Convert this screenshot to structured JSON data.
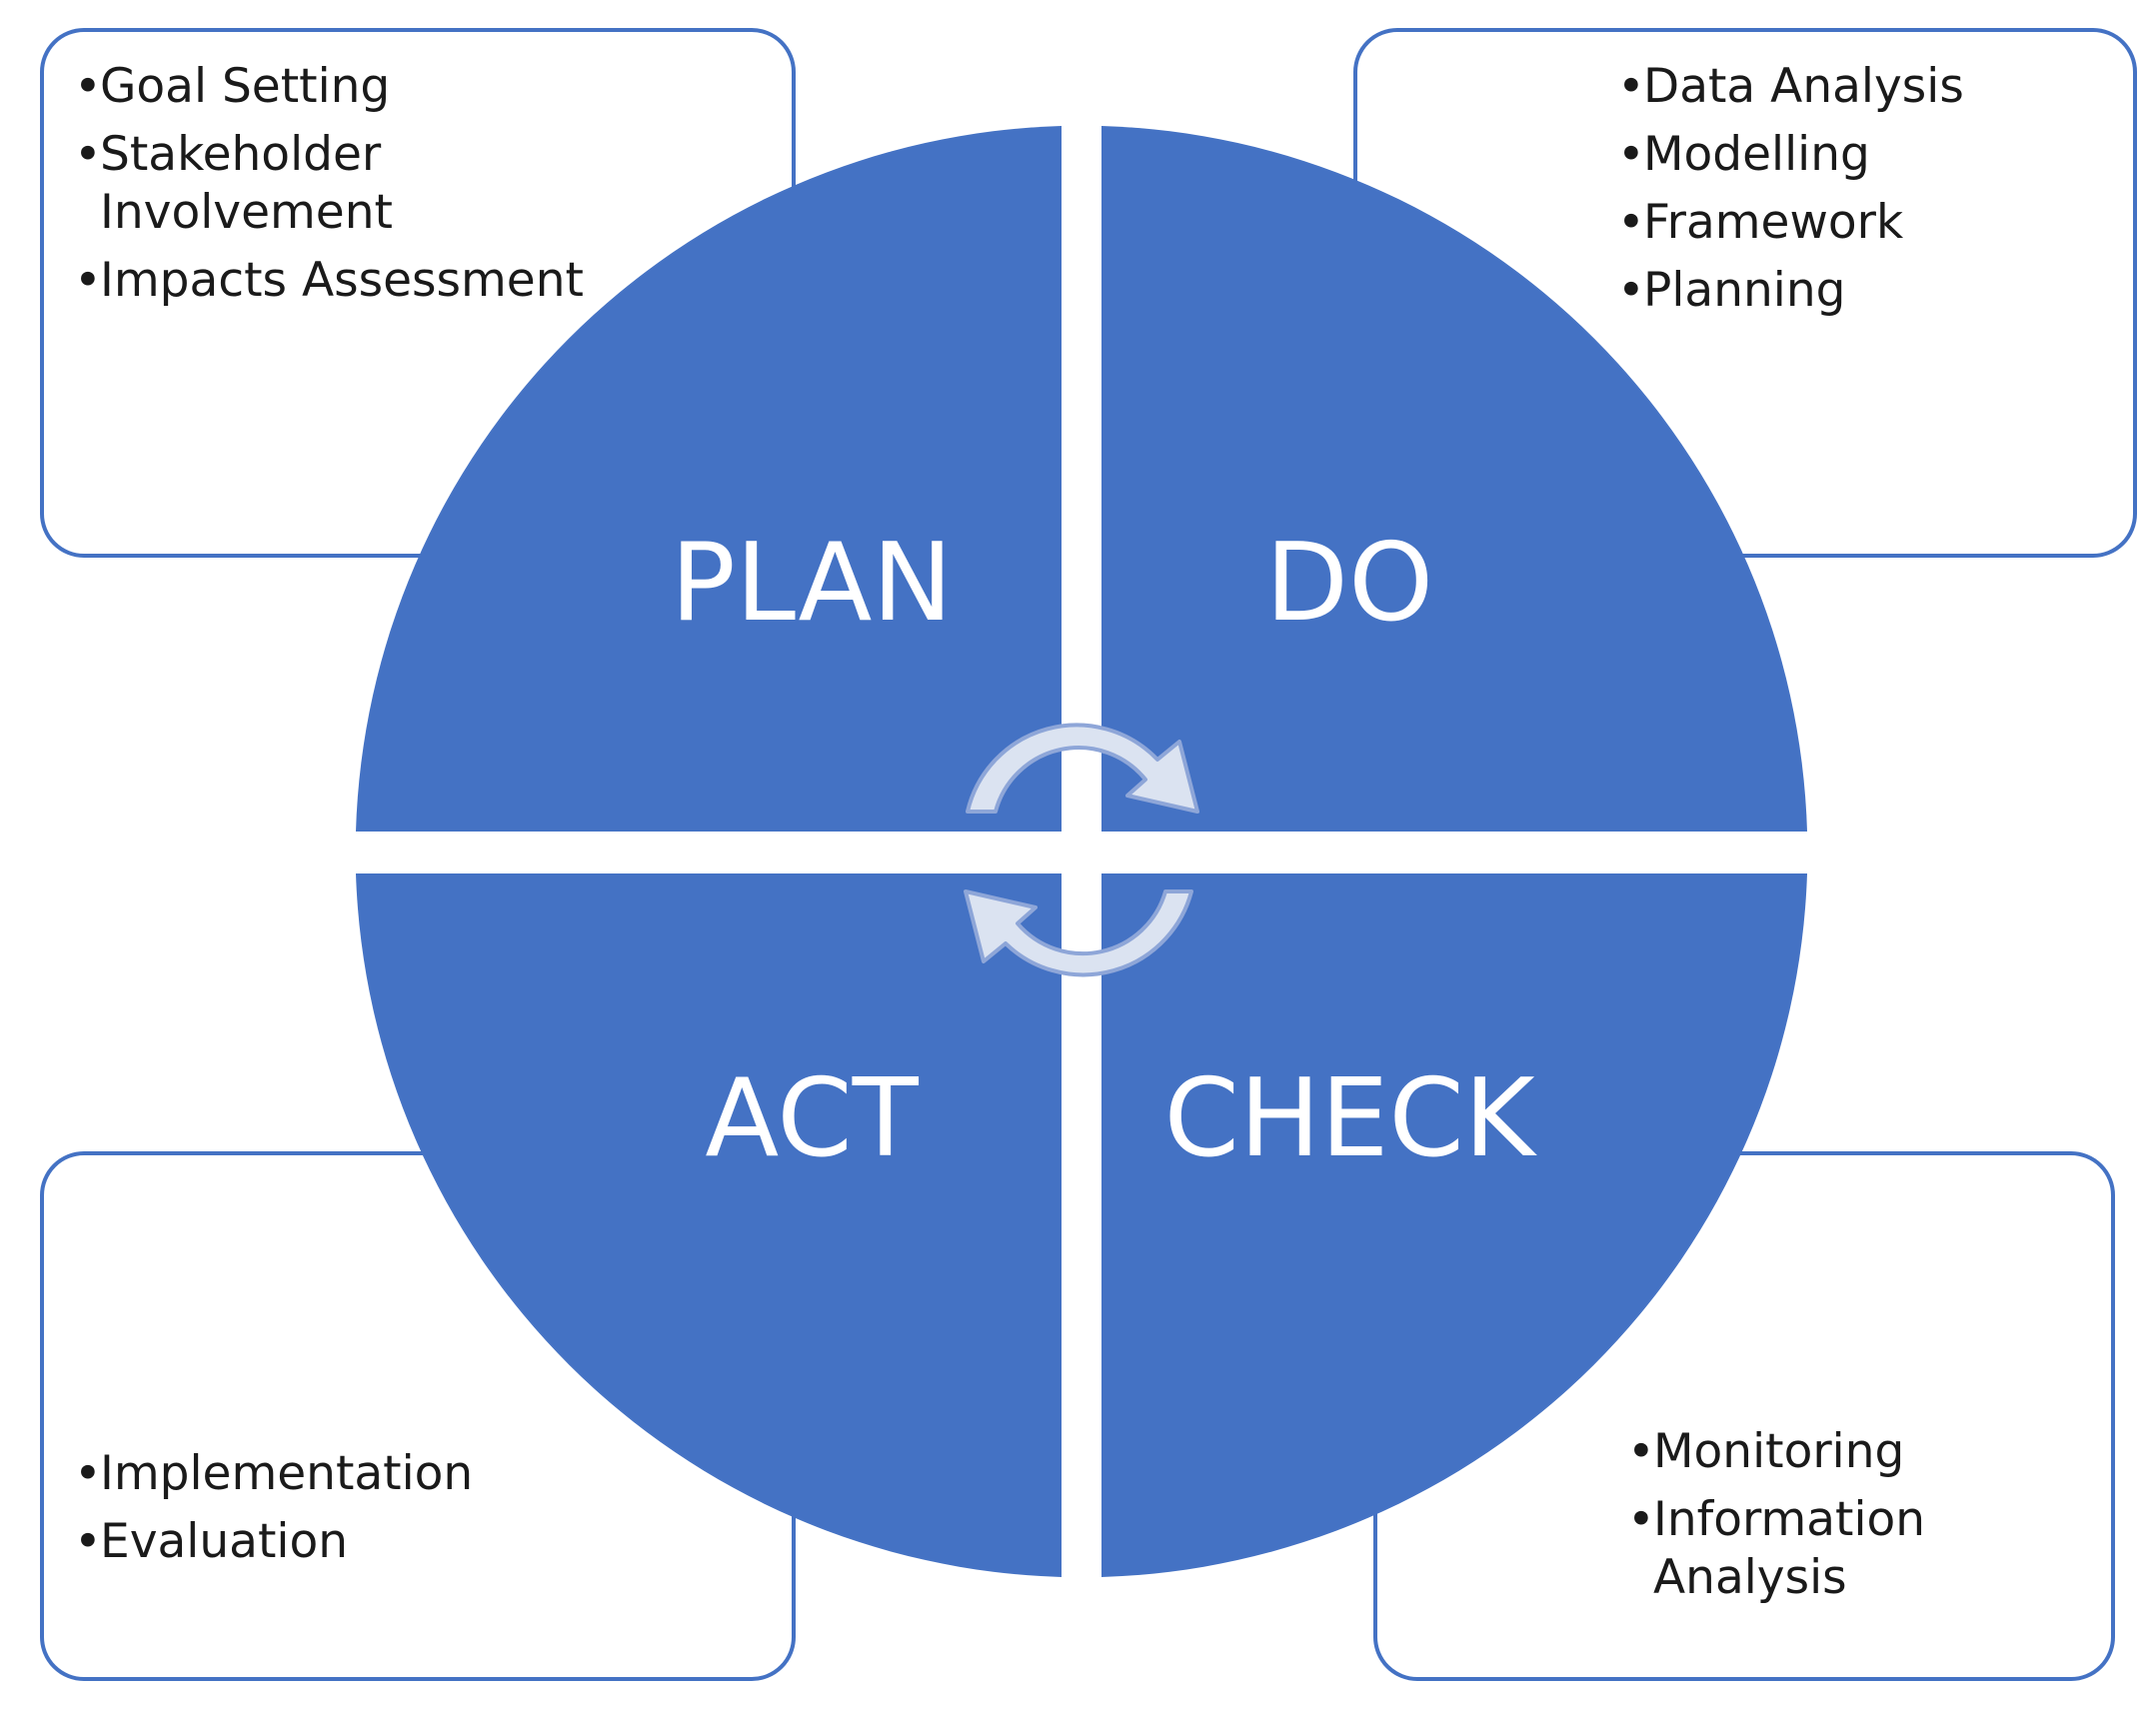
{
  "colors": {
    "quadrant_fill": "#4472c4",
    "box_border": "#4472c4",
    "arrow_fill": "#dbe3f1",
    "arrow_stroke": "#8ea6d8",
    "label_color": "#ffffff"
  },
  "quadrants": {
    "plan": "PLAN",
    "do": "DO",
    "check": "CHECK",
    "act": "ACT"
  },
  "boxes": {
    "plan": {
      "items": [
        "Goal Setting",
        "Stakeholder Involvement",
        "Impacts Assessment"
      ]
    },
    "do": {
      "items": [
        "Data Analysis",
        "Modelling",
        "Framework",
        "Planning"
      ]
    },
    "act": {
      "items": [
        "Implementation",
        "Evaluation"
      ]
    },
    "check": {
      "items": [
        "Monitoring",
        "Information Analysis"
      ]
    }
  },
  "bullet_symbol": "•",
  "icons": [
    "cycle-arrow-top-icon",
    "cycle-arrow-bottom-icon"
  ]
}
